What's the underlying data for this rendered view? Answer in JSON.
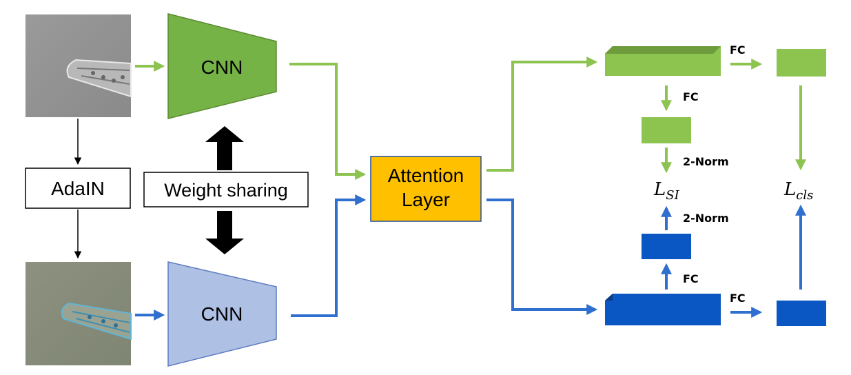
{
  "colors": {
    "green": "#8DC34F",
    "green_dark": "#6E9B3B",
    "green_cnn": "#76B347",
    "blue": "#1F5FC8",
    "blue_cube": "#0A56C2",
    "blue_cube_dark": "#0A3F8E",
    "blue_cnn": "#AFC0E5",
    "attention": "#FFC000",
    "black": "#000000"
  },
  "images": {
    "top": {
      "name": "original-worm-image"
    },
    "bottom": {
      "name": "stylized-worm-image"
    }
  },
  "nodes": {
    "cnn_top": "CNN",
    "cnn_bottom": "CNN",
    "adain": "AdaIN",
    "weight_sharing": "Weight sharing",
    "attention_line1": "Attention",
    "attention_line2": "Layer"
  },
  "edge_labels": {
    "fc_top_right": "FC",
    "fc_top_down": "FC",
    "norm_top": "2-Norm",
    "norm_bottom": "2-Norm",
    "fc_bottom_up": "FC",
    "fc_bottom_right": "FC"
  },
  "losses": {
    "si": {
      "main": "L",
      "sub": "SI"
    },
    "cls": {
      "main": "L",
      "sub": "cls"
    }
  }
}
